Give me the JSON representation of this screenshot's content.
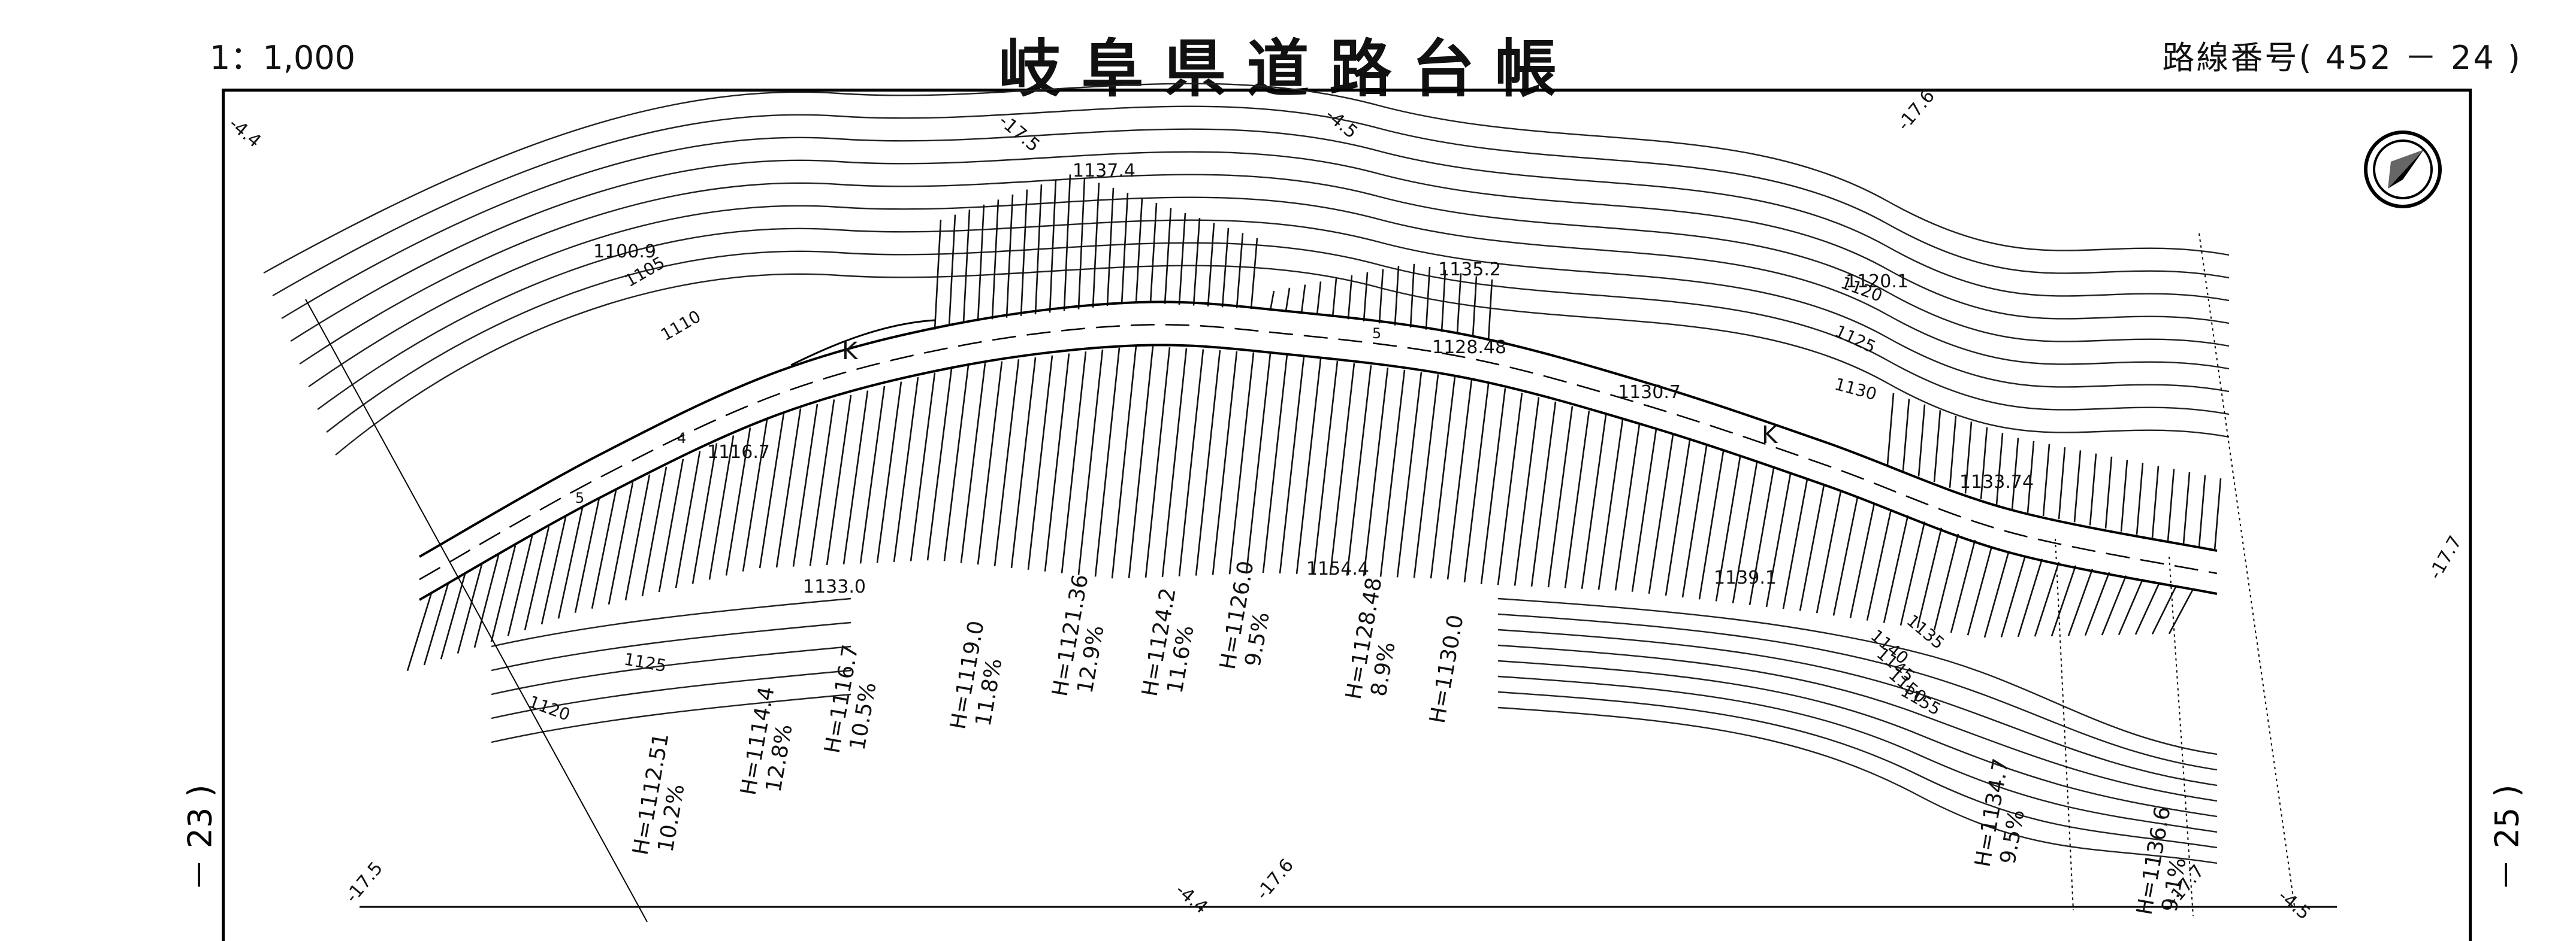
{
  "header": {
    "scale": "1：1,000",
    "title": "岐阜県道路台帳",
    "route_number": "路線番号( 452 － 24 )"
  },
  "sheet_refs": {
    "left": "－ 23 )",
    "right": "－ 25 )"
  },
  "north_arrow": {
    "icon": "north-arrow-icon"
  },
  "elevations": [
    "1100.9",
    "1137.4",
    "1135.2",
    "1128.48",
    "1120.1",
    "1130.7",
    "1116.7",
    "1133.74",
    "1133.0",
    "1154.4",
    "1139.1"
  ],
  "contours": [
    "1105",
    "1110",
    "1120",
    "1125",
    "1130",
    "1125",
    "1120",
    "1135",
    "1140",
    "1145",
    "1150",
    "1155"
  ],
  "slopes": [
    {
      "h": "H=1112.51",
      "g": "10.2%"
    },
    {
      "h": "H=1114.4",
      "g": "12.8%"
    },
    {
      "h": "H=1116.7",
      "g": "10.5%"
    },
    {
      "h": "H=1119.0",
      "g": "11.8%"
    },
    {
      "h": "H=1121.36",
      "g": "12.9%"
    },
    {
      "h": "H=1124.2",
      "g": "11.6%"
    },
    {
      "h": "H=1126.0",
      "g": "9.5%"
    },
    {
      "h": "H=1128.48",
      "g": "8.9%"
    },
    {
      "h": "H=1130.0",
      "g": ""
    },
    {
      "h": "H=1134.7",
      "g": "9.5%"
    },
    {
      "h": "H=1136.6",
      "g": "9.1%"
    }
  ],
  "grid_marks": [
    "-4.4",
    "-17.5",
    "-4.5",
    "-17.6",
    "-17.7",
    "-17.5",
    "-4.4",
    "-17.6",
    "-17.7",
    "-4.5"
  ],
  "road_marks": [
    "K",
    "K",
    "4",
    "5",
    "5"
  ]
}
